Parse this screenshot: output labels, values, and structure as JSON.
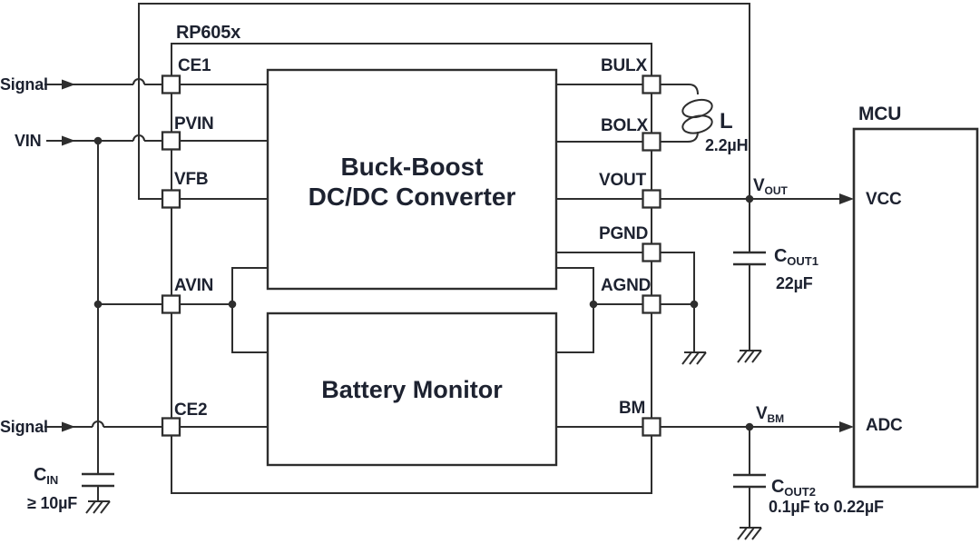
{
  "colors": {
    "background": "#ffffff",
    "line": "#2e2e2e",
    "text": "#1d2230"
  },
  "chip": {
    "label": "RP605x"
  },
  "inputs": {
    "signal_top": "Signal",
    "vin": "VIN",
    "signal_bottom": "Signal"
  },
  "pins_left": [
    {
      "label": "CE1"
    },
    {
      "label": "PVIN"
    },
    {
      "label": "VFB"
    },
    {
      "label": "AVIN"
    },
    {
      "label": "CE2"
    }
  ],
  "pins_right": [
    {
      "label": "BULX"
    },
    {
      "label": "BOLX"
    },
    {
      "label": "VOUT"
    },
    {
      "label": "PGND"
    },
    {
      "label": "AGND"
    },
    {
      "label": "BM"
    }
  ],
  "blocks": {
    "buck_boost_line1": "Buck-Boost",
    "buck_boost_line2": "DC/DC Converter",
    "battery_monitor": "Battery Monitor"
  },
  "mcu": {
    "title": "MCU",
    "pin_vcc": "VCC",
    "pin_adc": "ADC"
  },
  "components": {
    "inductor": {
      "designator": "L",
      "value": "2.2µH"
    },
    "c_in": {
      "designator": "C",
      "subscript": "IN",
      "value": "≥ 10µF"
    },
    "c_out1": {
      "designator": "C",
      "subscript": "OUT1",
      "value": "22µF"
    },
    "c_out2": {
      "designator": "C",
      "subscript": "OUT2",
      "value": "0.1µF to 0.22µF"
    }
  },
  "nets": {
    "v_out": {
      "base": "V",
      "subscript": "OUT"
    },
    "v_bm": {
      "base": "V",
      "subscript": "BM"
    }
  }
}
